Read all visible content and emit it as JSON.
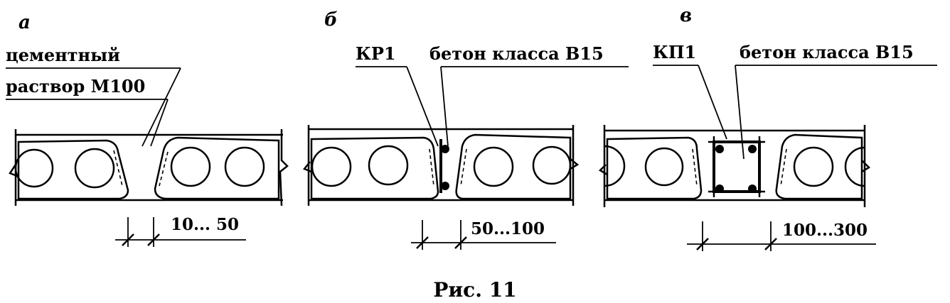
{
  "figure": {
    "caption": "Рис. 11",
    "panels": [
      {
        "letter": "а",
        "labels": [
          "цементный",
          "раствор М100"
        ],
        "dimension": "10... 50"
      },
      {
        "letter": "б",
        "labels": [
          "КР1",
          "бетон класса В15"
        ],
        "dimension": "50...100"
      },
      {
        "letter": "в",
        "labels": [
          "КП1",
          "бетон класса В15"
        ],
        "dimension": "100...300"
      }
    ]
  }
}
